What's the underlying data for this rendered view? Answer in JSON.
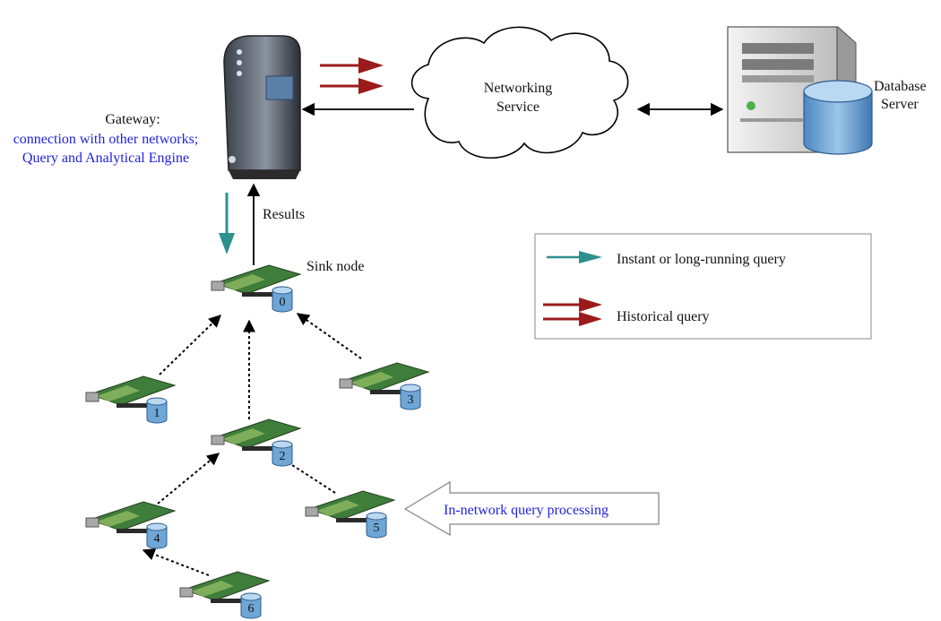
{
  "gateway": {
    "label": "Gateway:",
    "line1": "connection with other networks;",
    "line2": "Query and Analytical Engine"
  },
  "cloud": {
    "line1": "Networking",
    "line2": "Service"
  },
  "database": {
    "line1": "Database",
    "line2": "Server"
  },
  "results_label": "Results",
  "sink_label": "Sink node",
  "legend": {
    "instant_label": "Instant or long-running query",
    "historical_label": "Historical query"
  },
  "processing_label": "In-network query processing",
  "nodes": [
    {
      "id": "0"
    },
    {
      "id": "1"
    },
    {
      "id": "2"
    },
    {
      "id": "3"
    },
    {
      "id": "4"
    },
    {
      "id": "5"
    },
    {
      "id": "6"
    }
  ],
  "colors": {
    "instant_arrow": "#2e8f8f",
    "historical_arrow": "#9b1b1b",
    "blue_text": "#1f1fe0",
    "db_cylinder": "#6fa6d6"
  }
}
